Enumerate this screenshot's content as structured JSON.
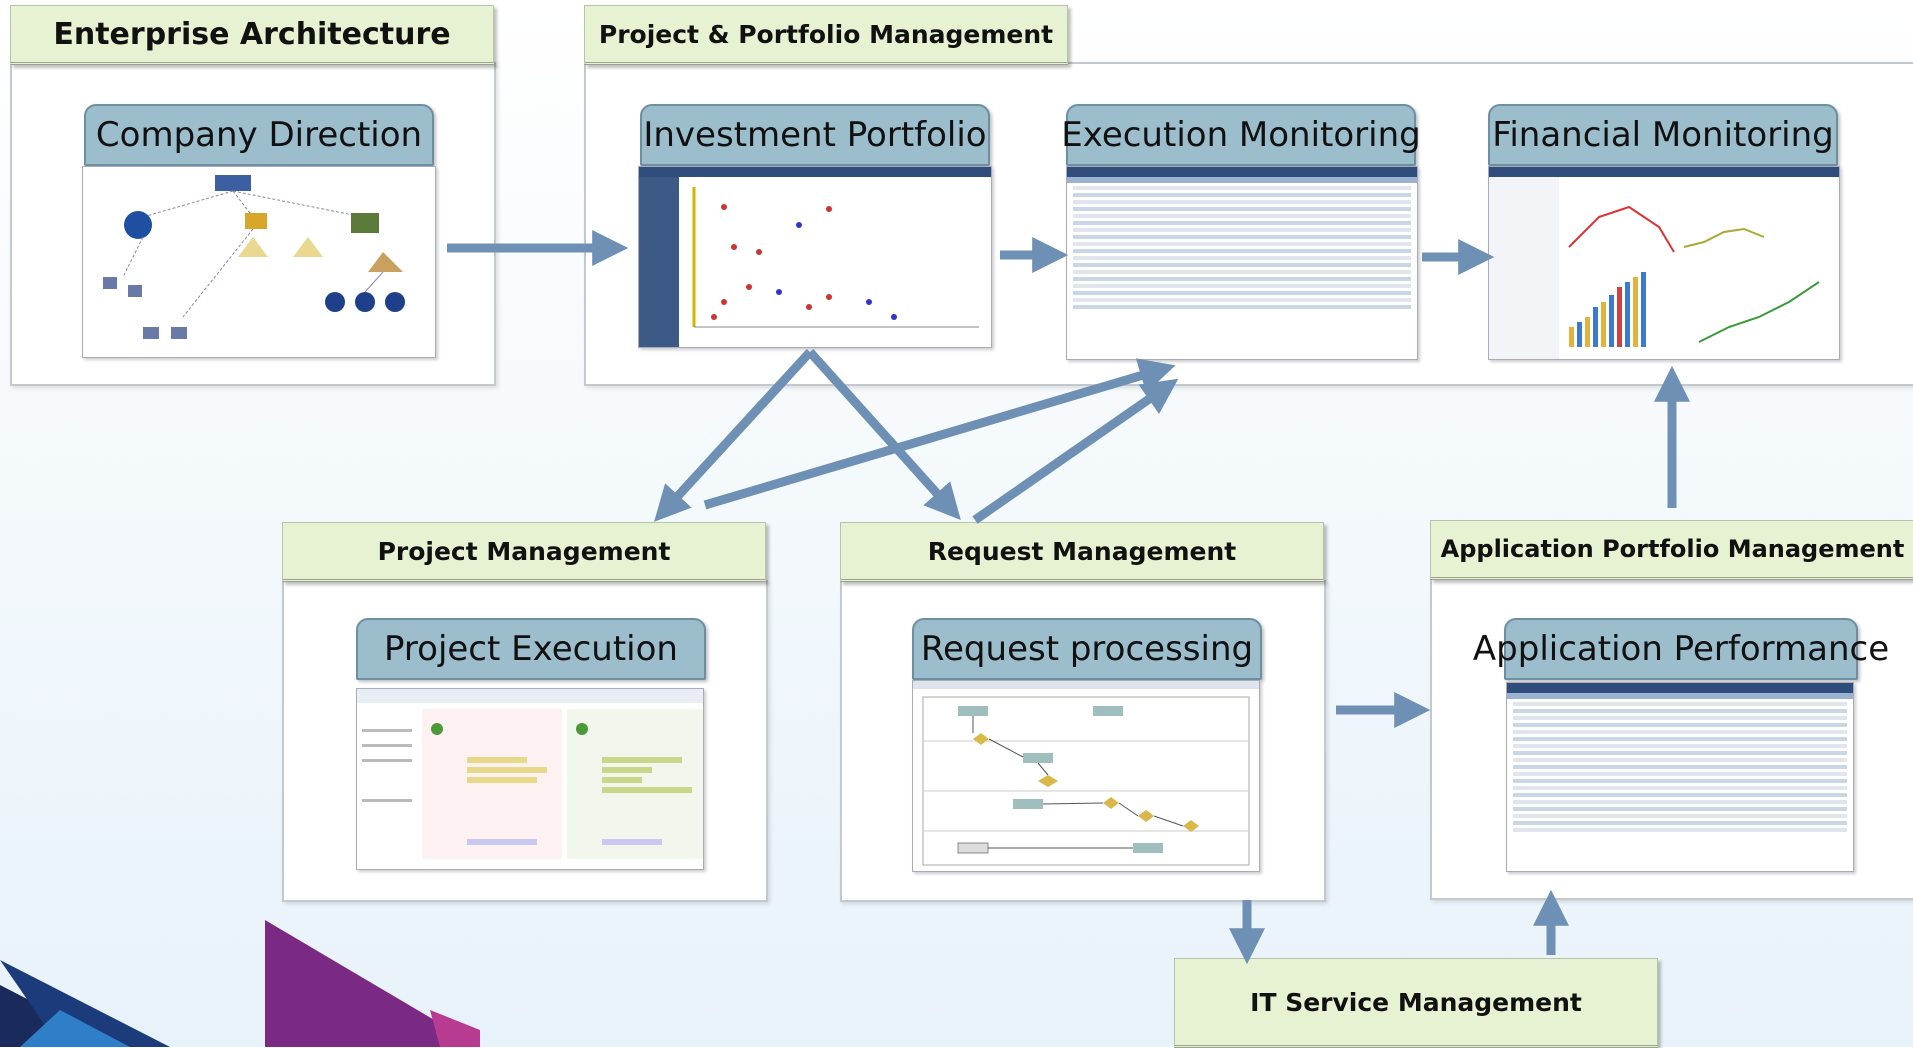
{
  "sections": {
    "enterprise_architecture": {
      "title": "Enterprise Architecture",
      "card": "Company Direction"
    },
    "ppm": {
      "title": "Project & Portfolio Management",
      "cards": [
        "Investment Portfolio",
        "Execution Monitoring",
        "Financial Monitoring"
      ]
    },
    "project_management": {
      "title": "Project Management",
      "card": "Project Execution"
    },
    "request_management": {
      "title": "Request Management",
      "card": "Request processing"
    },
    "application_portfolio_management": {
      "title": "Application Portfolio Management",
      "card": "Application Performance"
    },
    "it_service_management": {
      "title": "IT Service Management"
    }
  },
  "colors": {
    "header_fill": "#e6f2d2",
    "card_fill": "#9bbdcc",
    "arrow": "#6e90b4"
  },
  "icons": [
    "org-chart-screenshot",
    "scatter-chart-screenshot",
    "dashboard-screenshot",
    "charts-screenshot",
    "defect-report-screenshot",
    "process-flow-screenshot",
    "application-table-screenshot"
  ]
}
